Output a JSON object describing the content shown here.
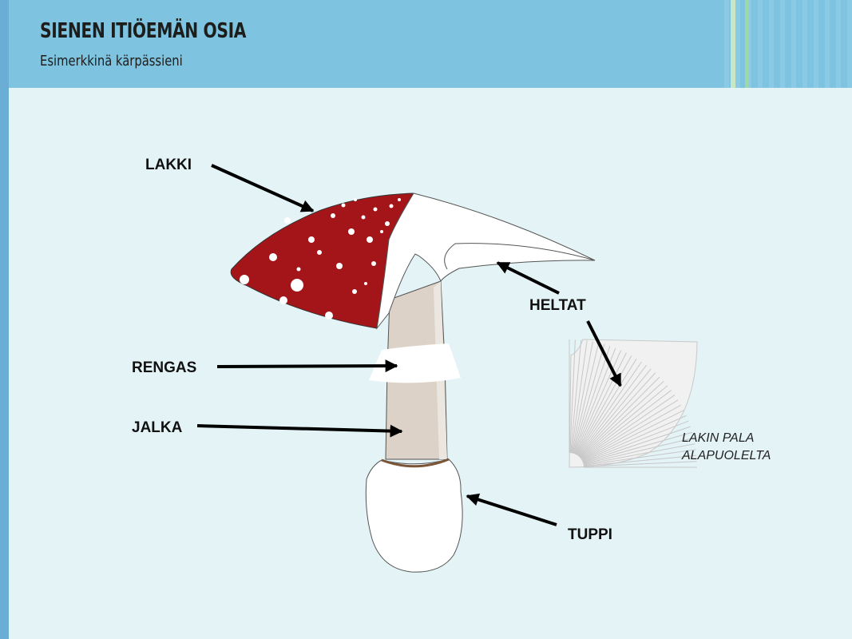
{
  "header": {
    "title": "SIENEN ITIÖEMÄN OSIA",
    "subtitle": "Esimerkkinä kärpässieni"
  },
  "labels": {
    "lakki": "LAKKI",
    "heltat": "HELTAT",
    "rengas": "RENGAS",
    "jalka": "JALKA",
    "tuppi": "TUPPI"
  },
  "note": {
    "line1": "LAKIN PALA",
    "line2": "ALAPUOLELTA"
  },
  "colors": {
    "cap_red": "#a31518",
    "stem": "#ddd2c8",
    "header_blue": "#7ec4e1",
    "background": "#e3f3f6"
  }
}
